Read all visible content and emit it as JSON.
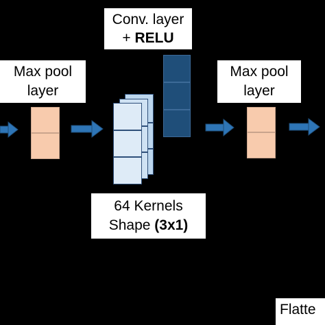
{
  "conv_label": {
    "line1": "Conv. layer",
    "line2_prefix": "+ ",
    "line2_bold": "RELU"
  },
  "pool_left_label": {
    "line1": "Max pool",
    "line2": "layer"
  },
  "pool_right_label": {
    "line1": "Max pool",
    "line2": "layer"
  },
  "kernels_label": {
    "line1": "64 Kernels",
    "line2_prefix": "Shape ",
    "line2_bold": "(3x1)"
  },
  "flatten_label": "Flatte",
  "colors": {
    "background": "#000000",
    "pool_block": "#f8cbad",
    "kernel_light": "#deebf7",
    "kernel_mid": "#bdd7ee",
    "conv_block": "#1f4e79",
    "arrow": "#2e75b6"
  }
}
